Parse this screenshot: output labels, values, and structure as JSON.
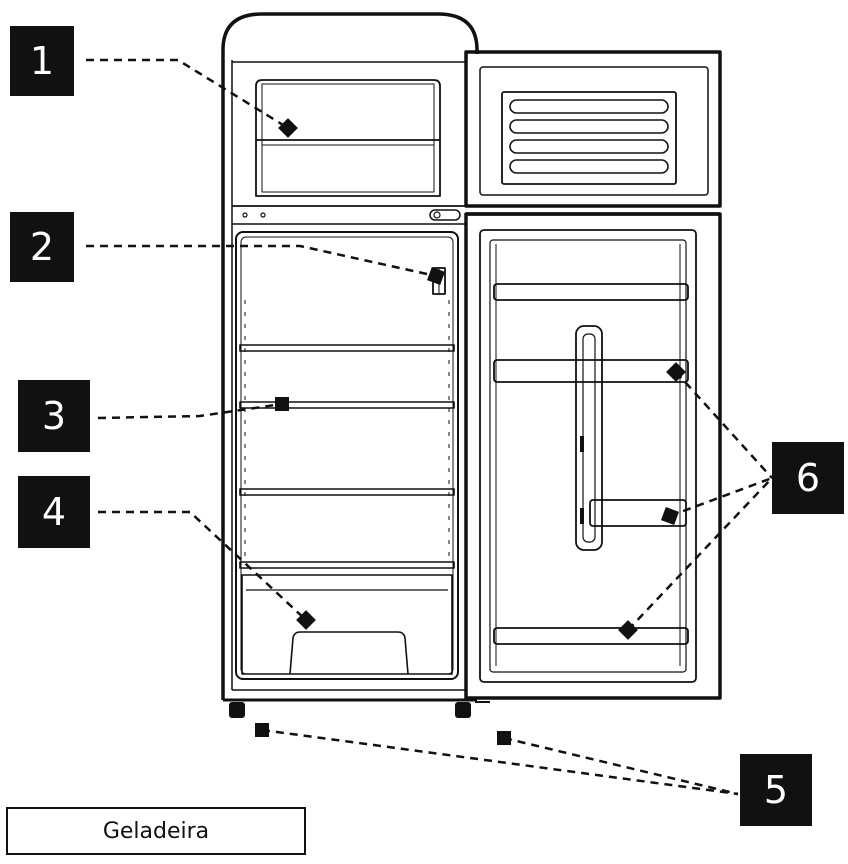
{
  "caption": "Geladeira",
  "colors": {
    "line": "#111111",
    "background": "#ffffff"
  },
  "callouts": [
    {
      "label": "1"
    },
    {
      "label": "2"
    },
    {
      "label": "3"
    },
    {
      "label": "4"
    },
    {
      "label": "5"
    },
    {
      "label": "6"
    }
  ]
}
